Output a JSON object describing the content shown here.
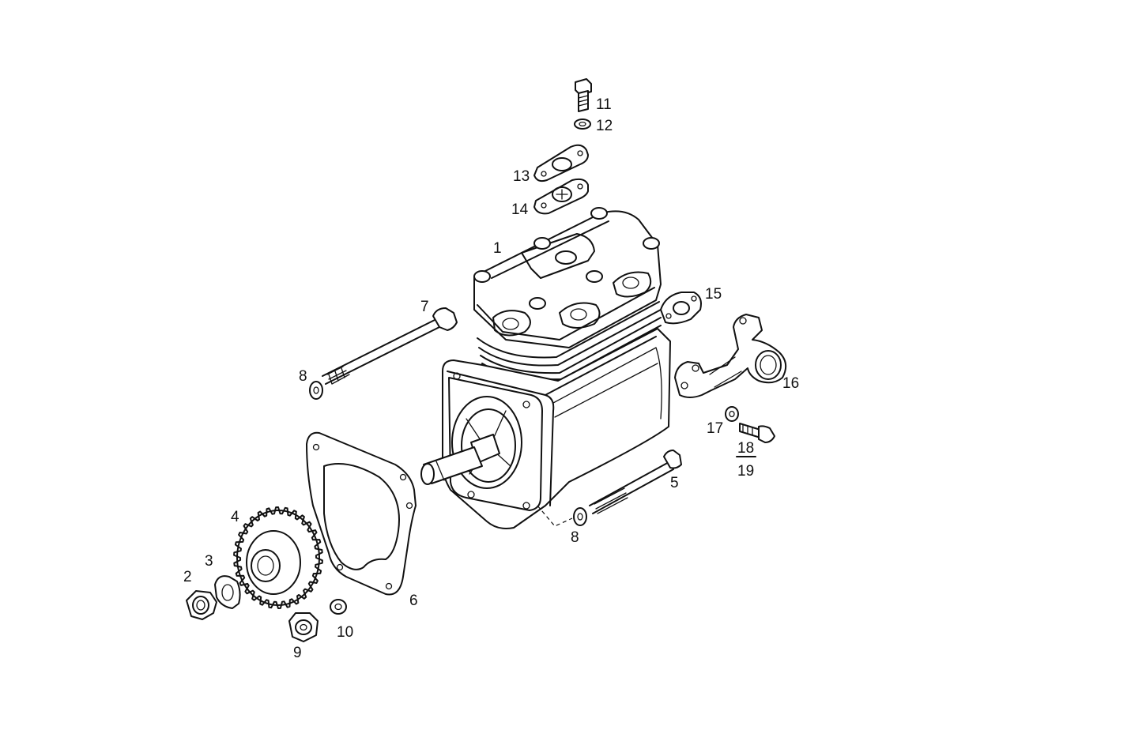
{
  "callouts": {
    "c1": "1",
    "c2": "2",
    "c3": "3",
    "c4": "4",
    "c5": "5",
    "c6": "6",
    "c7": "7",
    "c8a": "8",
    "c8b": "8",
    "c9": "9",
    "c10": "10",
    "c11": "11",
    "c12": "12",
    "c13": "13",
    "c14": "14",
    "c15": "15",
    "c16": "16",
    "c17": "17",
    "c18": "18",
    "c19": "19"
  }
}
